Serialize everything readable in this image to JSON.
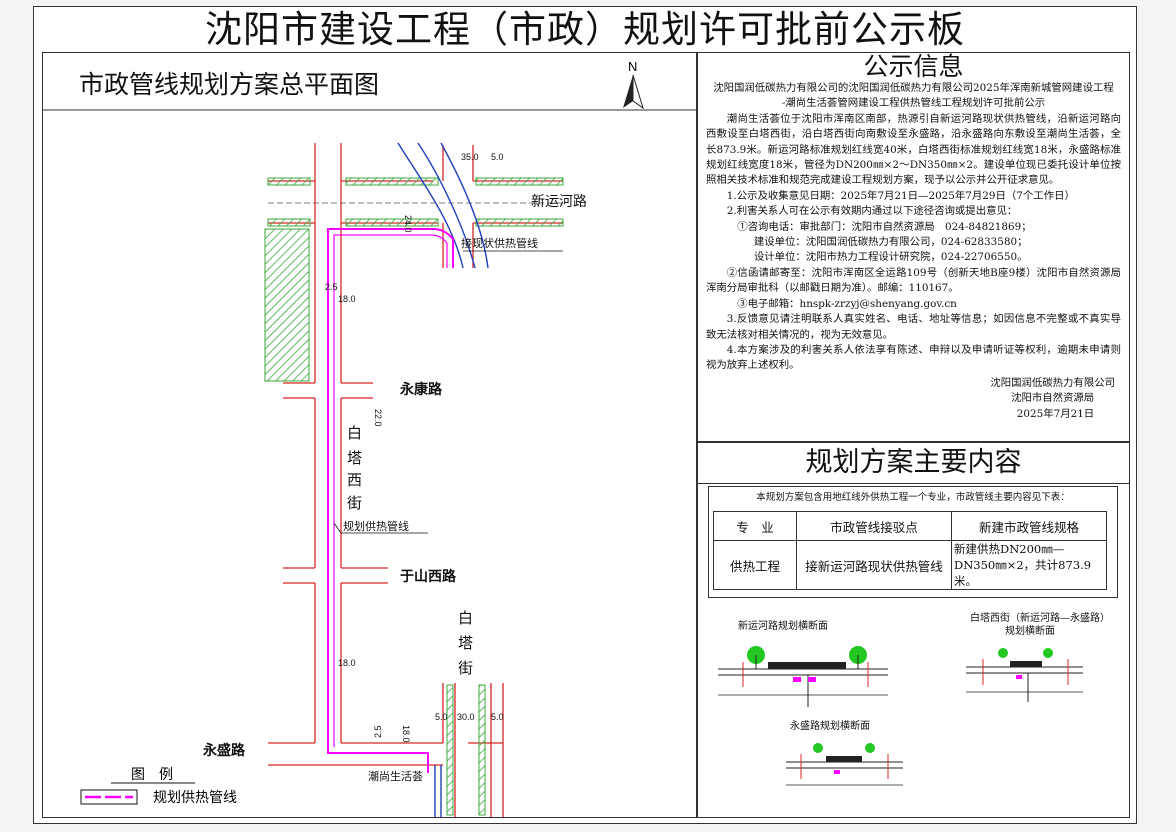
{
  "board_title": "沈阳市建设工程（市政）规划许可批前公示板",
  "map": {
    "title": "市政管线规划方案总平面图",
    "north": "N",
    "roads": {
      "xinyunhe": "新运河路",
      "yongkang": "永康路",
      "yushanxi": "于山西路",
      "yongsheng": "永盛路"
    },
    "baitaxi_chars": [
      "白",
      "塔",
      "西",
      "街"
    ],
    "baita_chars": [
      "白",
      "塔",
      "街"
    ],
    "labels": {
      "existing_pipe": "接现状供热管线",
      "planned_pipe": "规划供热管线",
      "site": "潮尚生活荟"
    },
    "dims": {
      "d_top": "35.0",
      "d_top_s": "5.0",
      "d_24": "24.0",
      "d_25a": "2.5",
      "d_18a": "18.0",
      "d_22": "22.0",
      "d_18b": "18.0",
      "d_bottom_a": "5.0",
      "d_bottom_b": "30.0",
      "d_bottom_c": "5.0",
      "d_18c": "18.0",
      "d_25b": "2.5"
    },
    "legend": {
      "title": "图　例",
      "item": "规划供热管线"
    },
    "colors": {
      "pipe": "#ff00ff",
      "road": "#d62728",
      "green": "#3aa83a",
      "blue": "#1f3fbf"
    }
  },
  "info": {
    "heading": "公示信息",
    "project_l1": "沈阳国润低碳热力有限公司的沈阳国润低碳热力有限公司2025年浑南新城管网建设工程",
    "project_l2": "-潮尚生活荟管网建设工程供热管线工程规划许可批前公示",
    "desc": "潮尚生活荟位于沈阳市浑南区南部，热源引自新运河路现状供热管线，沿新运河路向西敷设至白塔西街，沿白塔西街向南敷设至永盛路，沿永盛路向东敷设至潮尚生活荟，全长873.9米。新运河路标准规划红线宽40米，白塔西街标准规划红线宽18米，永盛路标准规划红线宽度18米，管径为DN200㎜×2～DN350㎜×2。建设单位现已委托设计单位按照相关技术标准和规范完成建设工程规划方案，现予以公示并公开征求意见。",
    "item1": "1.公示及收集意见日期：2025年7月21日—2025年7月29日（7个工作日）",
    "item2": "2.利害关系人可在公示有效期内通过以下途径咨询或提出意见：",
    "phone1": "①咨询电话：审批部门：沈阳市自然资源局　024-84821869；",
    "phone2": "建设单位：沈阳国润低碳热力有限公司，024-62833580；",
    "phone3": "设计单位：沈阳市热力工程设计研究院，024-22706550。",
    "mail": "②信函请邮寄至：沈阳市浑南区全运路109号（创新天地B座9楼）沈阳市自然资源局浑南分局审批科（以邮戳日期为准）。邮编：110167。",
    "email": "③电子邮箱：hnspk-zrzyj@shenyang.gov.cn",
    "item3": "3.反馈意见请注明联系人真实姓名、电话、地址等信息；如因信息不完整或不真实导致无法核对相关情况的，视为无效意见。",
    "item4": "4.本方案涉及的利害关系人依法享有陈述、申辩以及申请听证等权利，逾期未申请则视为放弃上述权利。",
    "sign1": "沈阳国润低碳热力有限公司",
    "sign2": "沈阳市自然资源局",
    "sign3": "2025年7月21日"
  },
  "plan": {
    "heading": "规划方案主要内容",
    "note": "本规划方案包含用地红线外供热工程一个专业，市政管线主要内容见下表：",
    "headers": [
      "专　业",
      "市政管线接驳点",
      "新建市政管线规格"
    ],
    "row": [
      "供热工程",
      "接新运河路现状供热管线",
      "新建供热DN200㎜—DN350㎜×2，共计873.9米。"
    ],
    "sections": {
      "s1": "新运河路规划横断面",
      "s2a": "白塔西街（新运河路—永盛路）",
      "s2b": "规划横断面",
      "s3": "永盛路规划横断面"
    }
  }
}
